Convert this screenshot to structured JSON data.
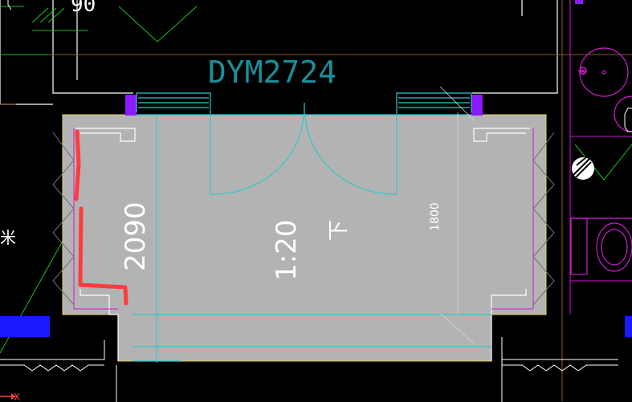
{
  "labels": {
    "door_code": "DYM2724",
    "dim_vertical": "2090",
    "dim_right": "1800",
    "slope": "1:20",
    "direction": "下",
    "top_left_number": "90",
    "bottom_left_axis": "X",
    "left_edge_glyph": "米"
  },
  "colors": {
    "background": "#000000",
    "floor_fill": "#b3b3b3",
    "wall_white": "#ffffff",
    "cyan": "#2ec9c9",
    "green": "#19c419",
    "magenta": "#d21ad2",
    "purple": "#8a1aff",
    "blue": "#1a1aff",
    "brown": "#8c5a2a",
    "red_markup": "#ff3b3b",
    "yellow": "#e0d060"
  }
}
